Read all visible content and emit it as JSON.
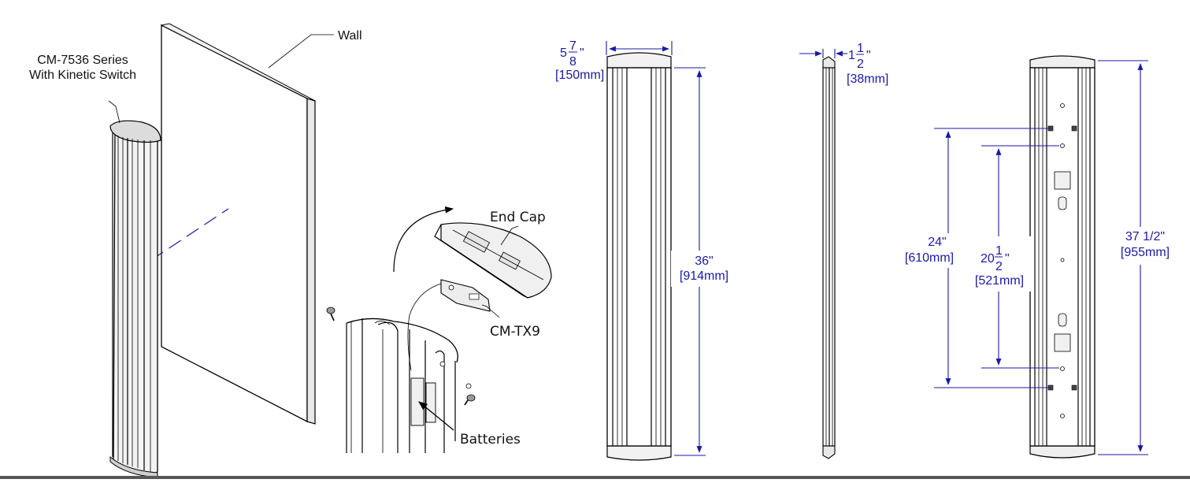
{
  "callouts": {
    "series_line1": "CM-7536 Series",
    "series_line2": "With Kinetic Switch",
    "wall": "Wall",
    "end_cap": "End Cap",
    "transmitter": "CM-TX9",
    "batteries": "Batteries"
  },
  "dimensions": {
    "width_whole": "5",
    "width_num": "7",
    "width_den": "8",
    "width_unit": "\"",
    "width_mm": "[150mm]",
    "height_in": "36\"",
    "height_mm": "[914mm]",
    "depth_whole": "1",
    "depth_num": "1",
    "depth_den": "2",
    "depth_unit": "\"",
    "depth_mm": "[38mm]",
    "mount_outer_in": "24\"",
    "mount_outer_mm": "[610mm]",
    "mount_inner_whole": "20",
    "mount_inner_num": "1",
    "mount_inner_den": "2",
    "mount_inner_unit": "\"",
    "mount_inner_mm": "[521mm]",
    "overall_in": "37 1/2\"",
    "overall_mm": "[955mm]"
  },
  "colors": {
    "dimension": "#1a1aa6",
    "linework": "#000000",
    "footer_bar": "#575757"
  }
}
